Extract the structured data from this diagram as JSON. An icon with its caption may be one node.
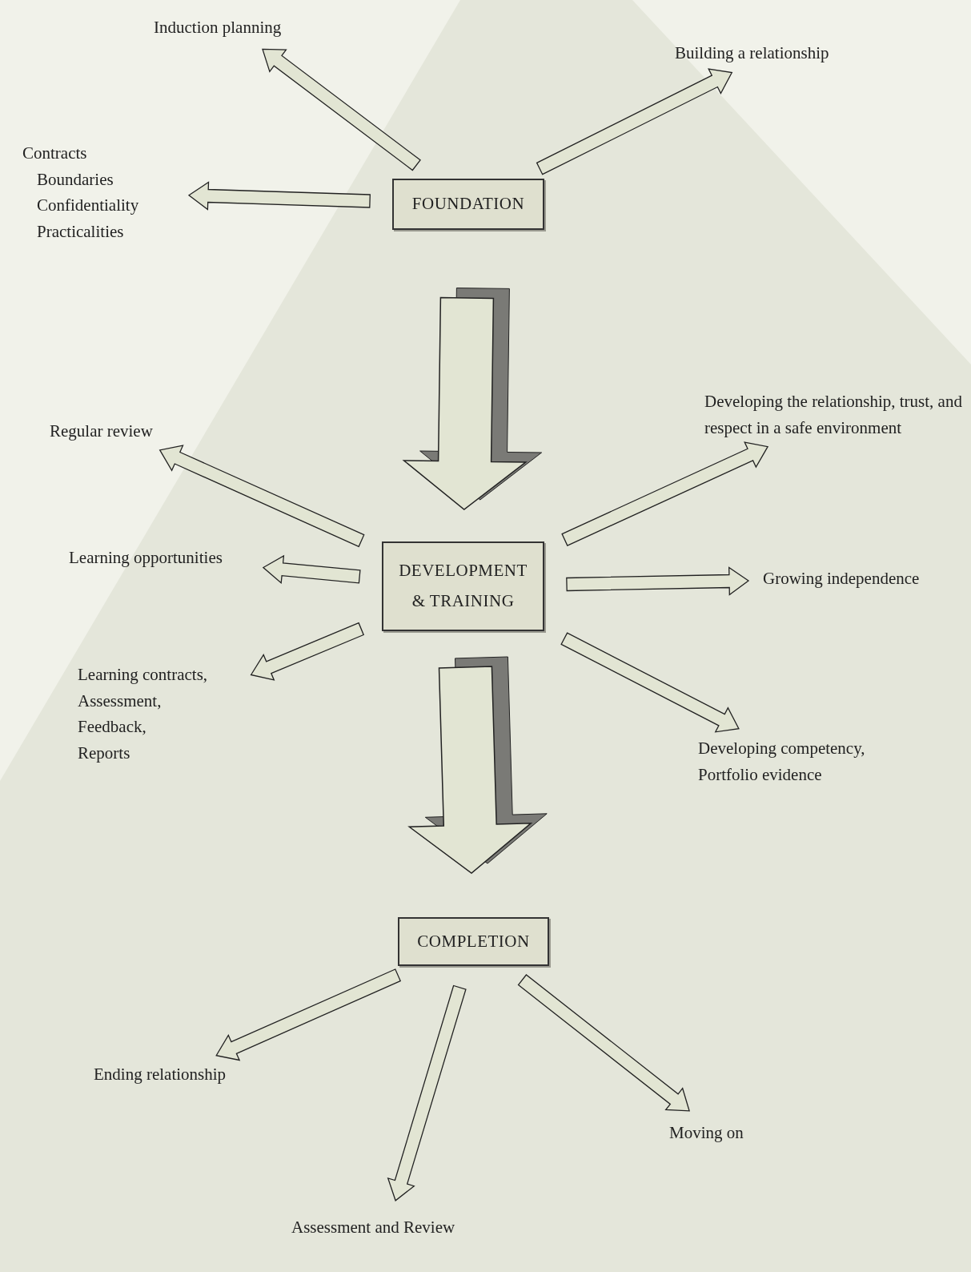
{
  "diagram": {
    "nodes": [
      {
        "text": [
          "FOUNDATION"
        ]
      },
      {
        "text": [
          "Induction planning"
        ]
      },
      {
        "text": [
          "Building a relationship"
        ]
      },
      {
        "text": [
          "Contracts",
          "Boundaries",
          "Confidentiality",
          "Practicalities"
        ]
      },
      {
        "text": [
          "DEVELOPMENT & TRAINING"
        ]
      },
      {
        "text": [
          "Regular review"
        ]
      },
      {
        "text": [
          "Developing the relationship, trust, and respect in a safe environment"
        ]
      },
      {
        "text": [
          "Learning opportunities"
        ]
      },
      {
        "text": [
          "Growing independence"
        ]
      },
      {
        "text": [
          "Learning contracts,",
          "Assessment,",
          "Feedback,",
          "Reports"
        ]
      },
      {
        "text": [
          "Developing competency, Portfolio evidence"
        ]
      },
      {
        "text": [
          "COMPLETION"
        ]
      },
      {
        "text": [
          "Ending relationship"
        ]
      },
      {
        "text": [
          "Assessment and Review"
        ]
      },
      {
        "text": [
          "Moving on"
        ]
      }
    ],
    "edges": [
      {
        "from": 0,
        "to": 1,
        "arrow": "to"
      },
      {
        "from": 0,
        "to": 2,
        "arrow": "to"
      },
      {
        "from": 0,
        "to": 3,
        "arrow": "to"
      },
      {
        "from": 0,
        "to": 4,
        "arrow": "to",
        "style": "thick"
      },
      {
        "from": 4,
        "to": 5,
        "arrow": "to"
      },
      {
        "from": 4,
        "to": 6,
        "arrow": "to"
      },
      {
        "from": 4,
        "to": 7,
        "arrow": "to"
      },
      {
        "from": 4,
        "to": 8,
        "arrow": "to"
      },
      {
        "from": 4,
        "to": 9,
        "arrow": "to"
      },
      {
        "from": 4,
        "to": 10,
        "arrow": "to"
      },
      {
        "from": 4,
        "to": 11,
        "arrow": "to",
        "style": "thick"
      },
      {
        "from": 11,
        "to": 12,
        "arrow": "to"
      },
      {
        "from": 11,
        "to": 13,
        "arrow": "to"
      },
      {
        "from": 11,
        "to": 14,
        "arrow": "to"
      }
    ]
  }
}
